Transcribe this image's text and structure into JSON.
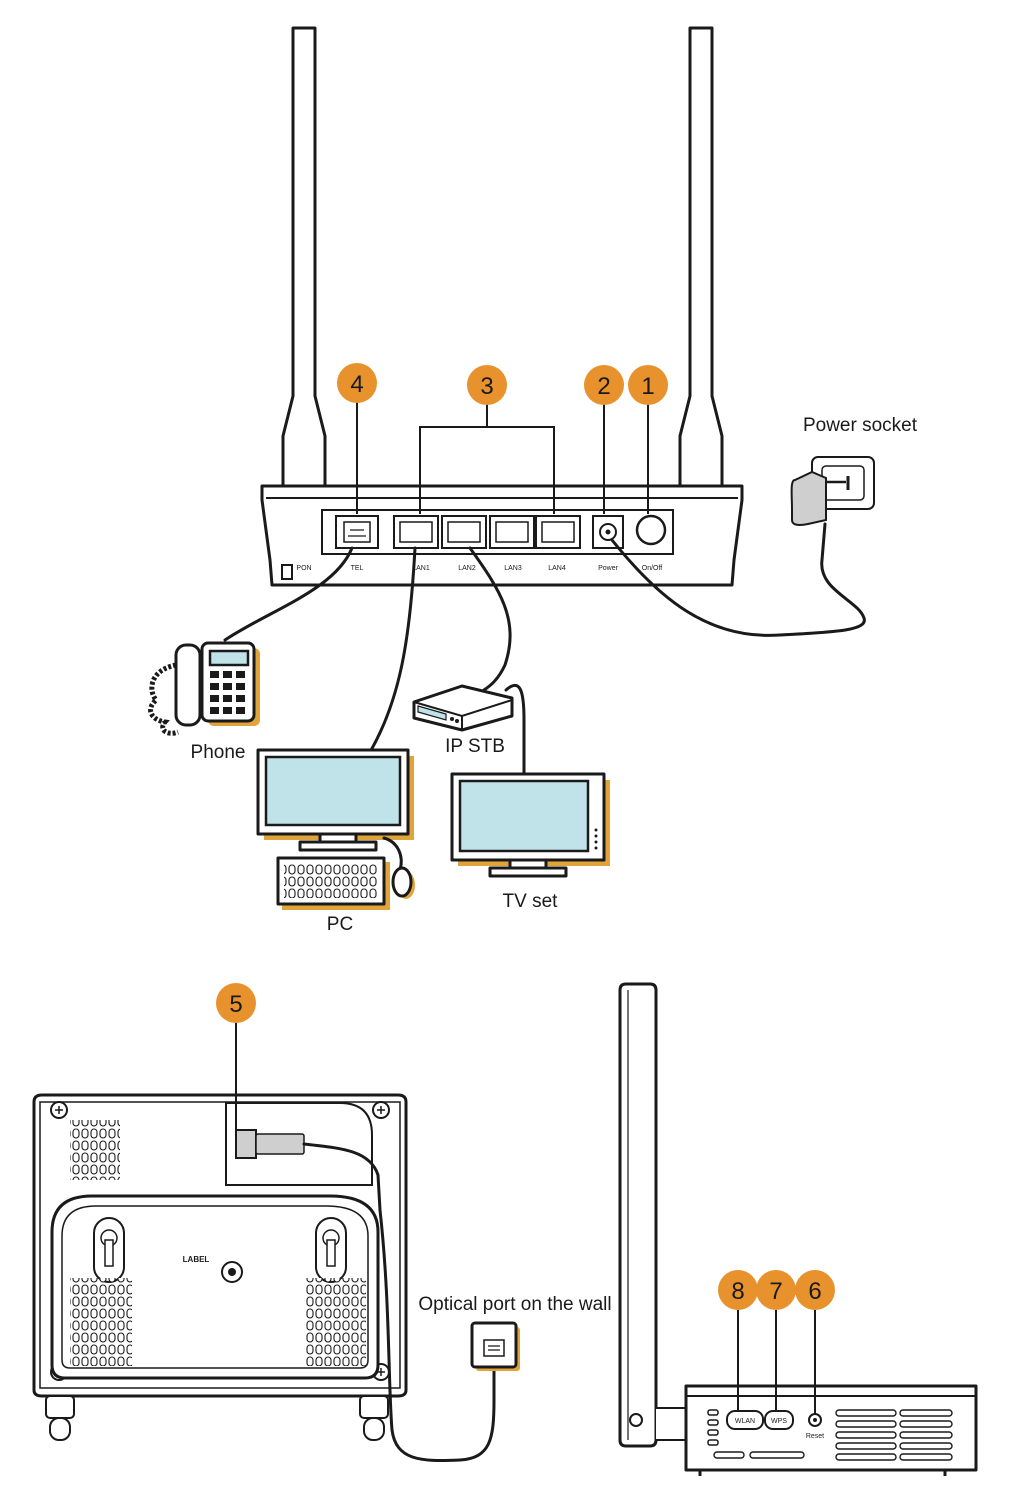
{
  "labels": {
    "power_socket": "Power socket",
    "phone": "Phone",
    "ip_stb": "IP STB",
    "pc": "PC",
    "tv_set": "TV set",
    "optical_port": "Optical port on the wall",
    "bottom_label": "LABEL"
  },
  "ports": {
    "pon": "PON",
    "tel": "TEL",
    "lan1": "LAN1",
    "lan2": "LAN2",
    "lan3": "LAN3",
    "lan4": "LAN4",
    "power": "Power",
    "onoff": "On/Off"
  },
  "side_buttons": {
    "wlan": "WLAN",
    "wps": "WPS",
    "reset": "Reset"
  },
  "callouts": {
    "c1": "1",
    "c2": "2",
    "c3": "3",
    "c4": "4",
    "c5": "5",
    "c6": "6",
    "c7": "7",
    "c8": "8"
  },
  "colors": {
    "badge": "#e8922e",
    "screen": "#bfe3e8",
    "accent_shadow": "#e0a43a"
  }
}
